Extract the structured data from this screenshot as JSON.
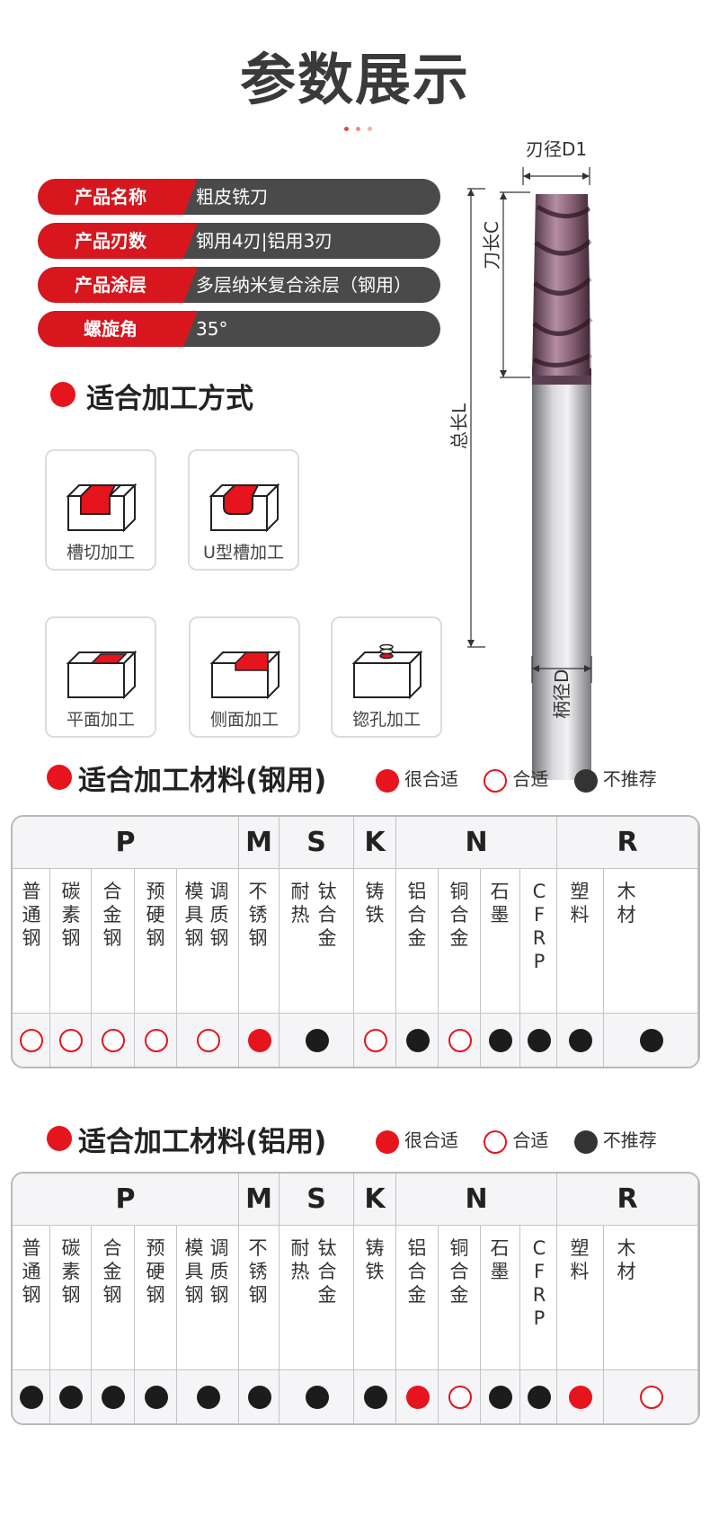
{
  "title": "参数展示",
  "specs": [
    {
      "label": "产品名称",
      "value": "粗皮铣刀"
    },
    {
      "label": "产品刃数",
      "value": "钢用4刃|铝用3刃"
    },
    {
      "label": "产品涂层",
      "value": "多层纳米复合涂层（钢用）"
    },
    {
      "label": "螺旋角",
      "value": "35°"
    }
  ],
  "methods": {
    "title": "适合加工方式",
    "items": [
      "槽切加工",
      "U型槽加工",
      "平面加工",
      "侧面加工",
      "锪孔加工"
    ]
  },
  "dimensions": {
    "blade_diameter": "刃径D1",
    "blade_length": "刀长C",
    "total_length": "总长L",
    "shank_diameter": "柄径D"
  },
  "legend": {
    "very_suitable": "很合适",
    "suitable": "合适",
    "not_recommended": "不推荐"
  },
  "colors": {
    "accent": "#d7161e",
    "dark": "#4a4a4a"
  },
  "groups": [
    "P",
    "M",
    "S",
    "K",
    "N",
    "R"
  ],
  "materials": [
    "普通钢",
    "碳素钢",
    "合金钢",
    "预硬钢",
    "模具钢",
    "调质钢",
    "不锈钢",
    "耐热",
    "钛合金",
    "铸铁",
    "铝合金",
    "铜合金",
    "石墨",
    "CFRP",
    "塑料",
    "木材"
  ],
  "steel_table": {
    "title": "适合加工材料(钢用)",
    "ratings": [
      "suitable",
      "suitable",
      "suitable",
      "suitable",
      "suitable",
      "very_suitable",
      "not_recommended",
      "suitable",
      "not_recommended",
      "suitable",
      "not_recommended",
      "not_recommended",
      "not_recommended",
      "not_recommended"
    ]
  },
  "alu_table": {
    "title": "适合加工材料(铝用)",
    "ratings": [
      "not_recommended",
      "not_recommended",
      "not_recommended",
      "not_recommended",
      "not_recommended",
      "not_recommended",
      "not_recommended",
      "not_recommended",
      "very_suitable",
      "suitable",
      "not_recommended",
      "not_recommended",
      "very_suitable",
      "suitable"
    ]
  }
}
